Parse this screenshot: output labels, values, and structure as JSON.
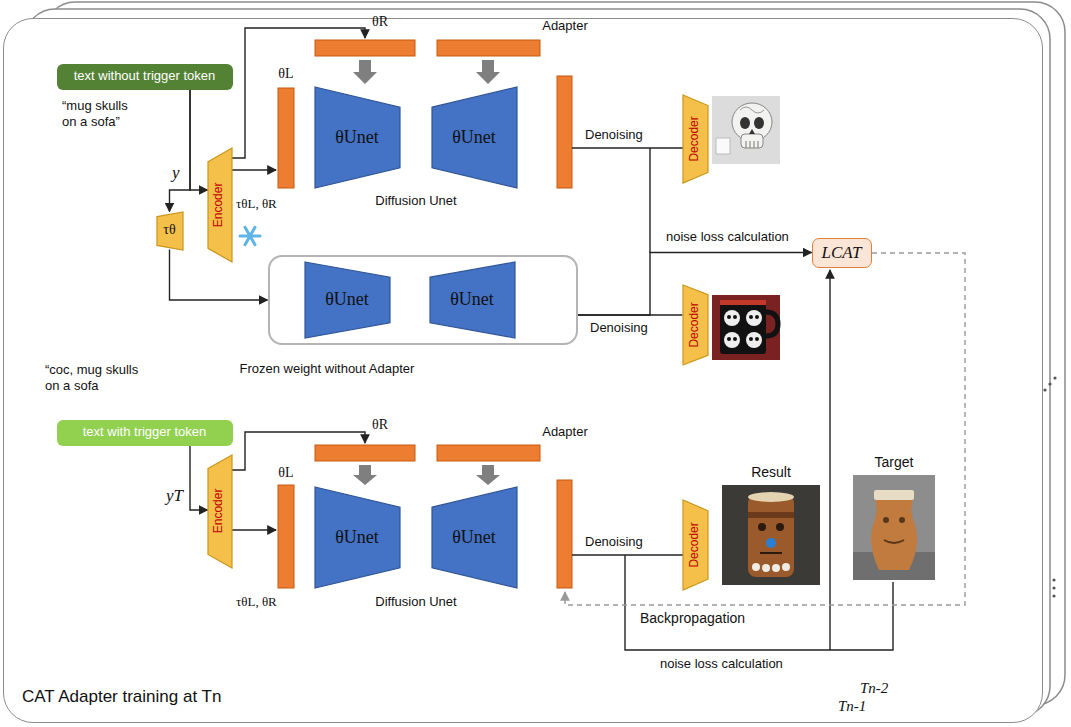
{
  "diagram": {
    "nodes": [
      {
        "text": [
          "CAT Adapter training at Tn"
        ]
      },
      {
        "text": [
          "text without trigger token"
        ],
        "in": 0
      },
      {
        "text": [
          "Encoder"
        ],
        "in": 0
      },
      {
        "text": [
          "θUnet"
        ],
        "in": 0
      },
      {
        "text": [
          "θUnet"
        ],
        "in": 0
      },
      {
        "text": [
          "Decoder"
        ],
        "in": 0
      },
      {
        "text": [
          "τθ"
        ],
        "in": 0
      },
      {
        "text": [
          "Frozen weight without Adapter"
        ],
        "in": 0
      },
      {
        "text": [
          "θUnet"
        ],
        "in": 7
      },
      {
        "text": [
          "θUnet"
        ],
        "in": 7
      },
      {
        "text": [
          "Decoder"
        ],
        "in": 0
      },
      {
        "text": [
          "LCAT"
        ],
        "in": 0
      },
      {
        "text": [
          "text with trigger token"
        ],
        "in": 0
      },
      {
        "text": [
          "Encoder"
        ],
        "in": 0
      },
      {
        "text": [
          "θUnet"
        ],
        "in": 0
      },
      {
        "text": [
          "θUnet"
        ],
        "in": 0
      },
      {
        "text": [
          "Decoder"
        ],
        "in": 0
      }
    ],
    "edges": [
      {
        "from": 1,
        "to": 2,
        "arrow": "to"
      },
      {
        "from": 1,
        "to": 6,
        "arrow": "to"
      },
      {
        "from": 6,
        "to": 7,
        "arrow": "to"
      },
      {
        "from": 7,
        "to": 10,
        "label": "Denoising",
        "arrow": "none"
      },
      {
        "from": 7,
        "to": 11,
        "label": "noise loss calculation",
        "arrow": "to"
      },
      {
        "from": 12,
        "to": 13,
        "arrow": "to"
      }
    ],
    "labels": [
      "“mug skulls on a sofa”",
      "y",
      "θL",
      "θR",
      "τθL, θR",
      "Diffusion Unet",
      "Adapter",
      "Denoising",
      "“coc, mug skulls on a sofa",
      "yT",
      "θR",
      "θL",
      "τθL, θR",
      "Diffusion Unet",
      "Adapter",
      "Denoising",
      "Result",
      "Target",
      "noise loss calculation",
      "Backpropagation",
      "Tn-2",
      "Tn-1"
    ]
  }
}
